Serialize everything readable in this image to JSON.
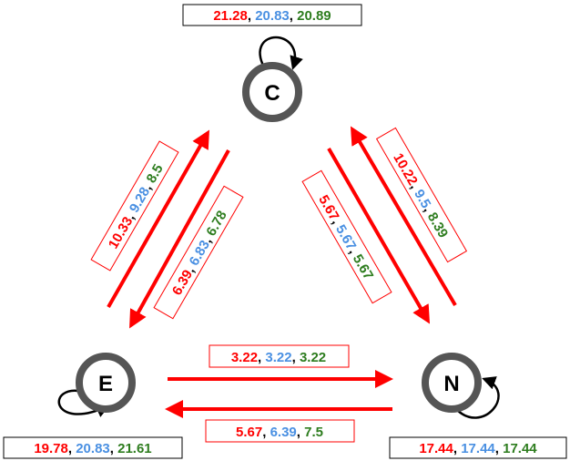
{
  "colors": {
    "red": "#ff0000",
    "blue": "#4a90e2",
    "green": "#2e7d1f",
    "node_stroke": "#555555",
    "black": "#000000"
  },
  "nodes": {
    "c": {
      "label": "C",
      "self_loop": [
        "21.28",
        "20.83",
        "20.89"
      ]
    },
    "e": {
      "label": "E",
      "self_loop": [
        "19.78",
        "20.83",
        "21.61"
      ]
    },
    "n": {
      "label": "N",
      "self_loop": [
        "17.44",
        "17.44",
        "17.44"
      ]
    }
  },
  "edges": {
    "e_to_c": [
      "10.33",
      "9.28",
      "8.5"
    ],
    "c_to_e": [
      "6.39",
      "6.83",
      "6.78"
    ],
    "c_to_n": [
      "5.67",
      "5.67",
      "5.67"
    ],
    "n_to_c": [
      "10.22",
      "9.5",
      "8.39"
    ],
    "e_to_n": [
      "3.22",
      "3.22",
      "3.22"
    ],
    "n_to_e": [
      "5.67",
      "6.39",
      "7.5"
    ]
  },
  "separator": ", "
}
